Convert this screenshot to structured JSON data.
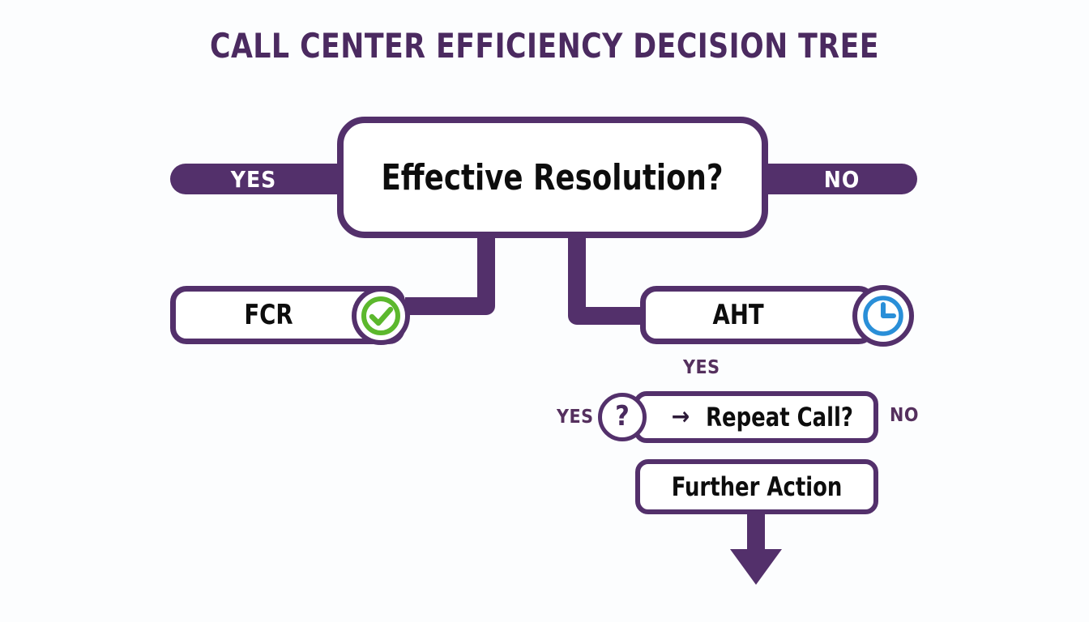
{
  "page": {
    "title": "CALL CENTER EFFICIENCY DECISION TREE",
    "background_color": "#fcfdfe",
    "accent_purple": "#53306b",
    "accent_green": "#5cb82d",
    "accent_blue": "#2a8fd8",
    "text_color": "#0d0d0d"
  },
  "diagram": {
    "type": "decision-tree",
    "nodes": {
      "root": {
        "label": "Effective Resolution?",
        "kind": "decision"
      },
      "fcr": {
        "label": "FCR",
        "kind": "metric",
        "icon": "check-circle-icon"
      },
      "aht": {
        "label": "AHT",
        "kind": "metric",
        "icon": "clock-icon"
      },
      "repeat": {
        "label": "Repeat Call?",
        "kind": "decision",
        "icon": "question-circle-icon",
        "arrow_glyph": "→"
      },
      "further": {
        "label": "Further Action",
        "kind": "action"
      }
    },
    "branch_labels": {
      "root_yes": "YES",
      "root_no": "NO",
      "aht_yes": "YES",
      "repeat_yes": "YES",
      "repeat_no": "NO"
    },
    "edges": [
      {
        "from": "root",
        "to": "fcr",
        "label": "YES"
      },
      {
        "from": "root",
        "to": "aht",
        "label": "NO"
      },
      {
        "from": "aht",
        "to": "repeat",
        "label": "YES"
      },
      {
        "from": "repeat",
        "to": "further",
        "label": ""
      },
      {
        "from": "further",
        "to": "",
        "label": "",
        "terminator": "arrow-down"
      }
    ]
  }
}
